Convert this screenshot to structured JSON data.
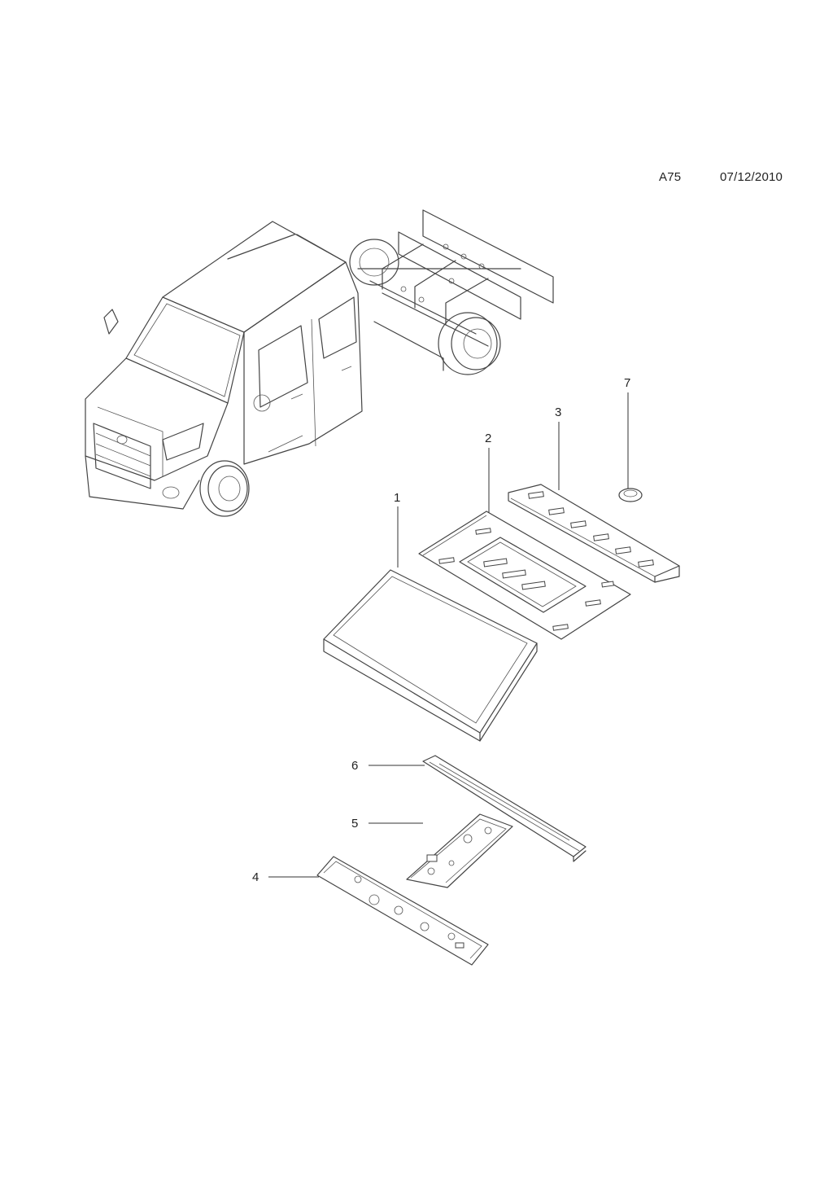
{
  "header": {
    "code": "A75",
    "date": "07/12/2010"
  },
  "callouts": [
    "1",
    "2",
    "3",
    "4",
    "5",
    "6",
    "7"
  ]
}
